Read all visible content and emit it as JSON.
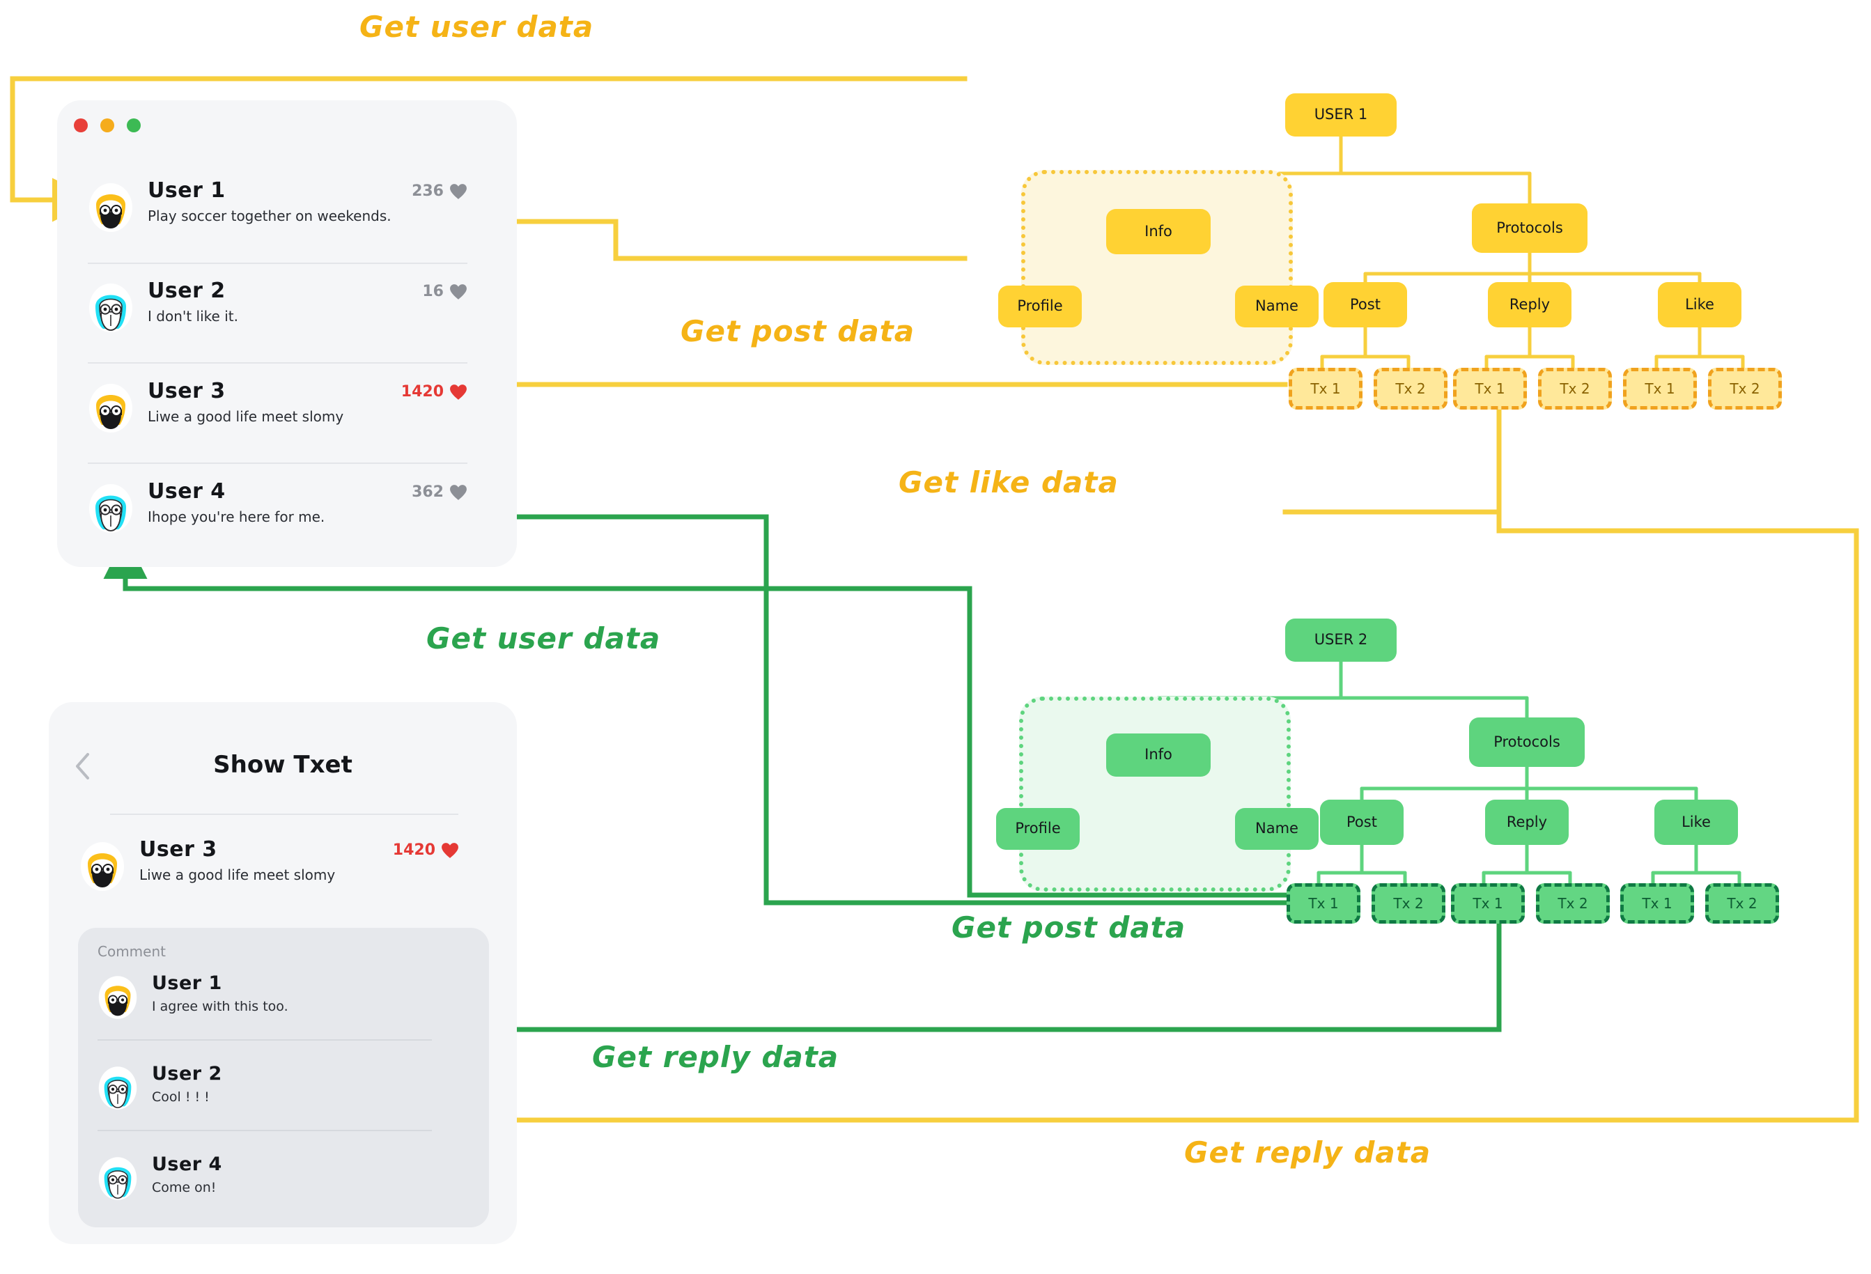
{
  "feed_card": {
    "name": "feed-window",
    "window_dots": [
      "red",
      "yellow",
      "green"
    ],
    "posts": [
      {
        "user": "User 1",
        "text": "Play soccer together on weekends.",
        "likes": "236",
        "liked": false,
        "avatar": "beard-glasses-yellow-hair"
      },
      {
        "user": "User 2",
        "text": "I don't like it.",
        "likes": "16",
        "liked": false,
        "avatar": "mask-glasses-cyan-hair"
      },
      {
        "user": "User 3",
        "text": "Liwe a good life meet slomy",
        "likes": "1420",
        "liked": true,
        "avatar": "beard-glasses-yellow-hair"
      },
      {
        "user": "User 4",
        "text": "Ihope you're here for me.",
        "likes": "362",
        "liked": false,
        "avatar": "mask-glasses-cyan-hair"
      }
    ]
  },
  "detail_card": {
    "back_icon": "chevron-left-icon",
    "title": "Show Txet",
    "post": {
      "user": "User 3",
      "text": "Liwe a good life meet slomy",
      "likes": "1420",
      "liked": true,
      "avatar": "beard-glasses-yellow-hair"
    },
    "comment_label": "Comment",
    "comments": [
      {
        "user": "User 1",
        "text": "I agree with this too.",
        "avatar": "beard-glasses-yellow-hair"
      },
      {
        "user": "User 2",
        "text": "Cool ! ! !",
        "avatar": "mask-glasses-cyan-hair"
      },
      {
        "user": "User 4",
        "text": "Come on!",
        "avatar": "mask-glasses-cyan-hair"
      }
    ]
  },
  "tree_user1": {
    "color": "#ffd233",
    "root": "USER 1",
    "info": "Info",
    "info_children": [
      "Profile",
      "Name"
    ],
    "protocols": "Protocols",
    "protocol_children": [
      "Post",
      "Reply",
      "Like"
    ],
    "tx_labels": [
      "Tx 1",
      "Tx 2",
      "Tx 1",
      "Tx 2",
      "Tx 1",
      "Tx 2"
    ]
  },
  "tree_user2": {
    "color": "#5ed47e",
    "root": "USER 2",
    "info": "Info",
    "info_children": [
      "Profile",
      "Name"
    ],
    "protocols": "Protocols",
    "protocol_children": [
      "Post",
      "Reply",
      "Like"
    ],
    "tx_labels": [
      "Tx 1",
      "Tx 2",
      "Tx 1",
      "Tx 2",
      "Tx 1",
      "Tx 2"
    ]
  },
  "annotations": [
    {
      "id": "ann-user-data-yellow",
      "text": "Get user data",
      "color": "#f5b316"
    },
    {
      "id": "ann-post-data-yellow",
      "text": "Get post data",
      "color": "#f5b316"
    },
    {
      "id": "ann-like-data-yellow",
      "text": "Get like data",
      "color": "#f5b316"
    },
    {
      "id": "ann-user-data-green",
      "text": "Get user data",
      "color": "#2ba44e"
    },
    {
      "id": "ann-post-data-green",
      "text": "Get post data",
      "color": "#2ba44e"
    },
    {
      "id": "ann-reply-data-green",
      "text": "Get reply data",
      "color": "#2ba44e"
    },
    {
      "id": "ann-reply-data-yellow",
      "text": "Get reply data",
      "color": "#f5b316"
    }
  ],
  "palette": {
    "yellow": "#ffd233",
    "yellow_line": "#f7cf3e",
    "yellow_text": "#f5b316",
    "yellow_tx_border": "#f0a21e",
    "green": "#5ed47e",
    "green_line": "#2ba44e",
    "green_tx_border": "#0f7a43",
    "heart_red": "#e53935",
    "heart_grey": "#8c8f96",
    "card_bg": "#f5f6f8",
    "comment_bg": "#e6e8ec"
  }
}
